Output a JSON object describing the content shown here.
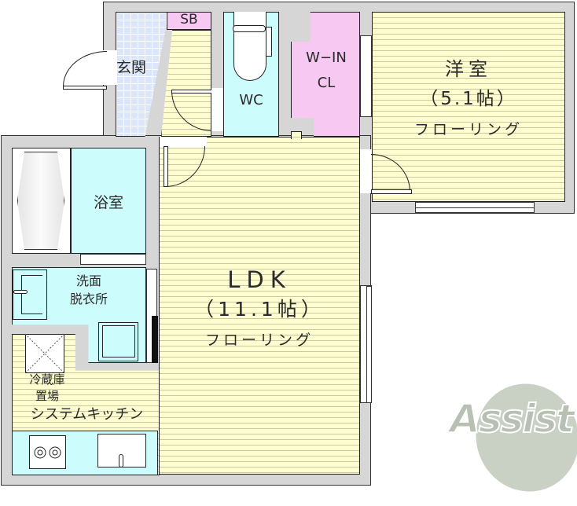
{
  "floorplan": {
    "rooms": {
      "entrance": {
        "label": "玄関"
      },
      "shoe_box": {
        "label": "SB"
      },
      "toilet": {
        "label": "WC"
      },
      "walk_in_closet": {
        "label_line1": "W−IN",
        "label_line2": "CL"
      },
      "western_room": {
        "name": "洋室",
        "size": "（5.1帖）",
        "floor": "フローリング"
      },
      "bathroom": {
        "label": "浴室"
      },
      "washroom": {
        "label_line1": "洗面",
        "label_line2": "脱衣所"
      },
      "ldk": {
        "name": "LDK",
        "size": "（11.1帖）",
        "floor": "フローリング"
      },
      "fridge_space": {
        "label_line1": "冷蔵庫",
        "label_line2": "置場"
      },
      "kitchen": {
        "label": "システムキッチン"
      }
    },
    "logo": {
      "text": "Assist"
    },
    "colors": {
      "wall": "#d6d6d6",
      "floor_wood": "#fdfdcf",
      "wet_area": "#ccfcfc",
      "entrance_tile": "#dbe6fb",
      "closet": "#f6c8f2",
      "logo": "#c5cdc0"
    }
  }
}
